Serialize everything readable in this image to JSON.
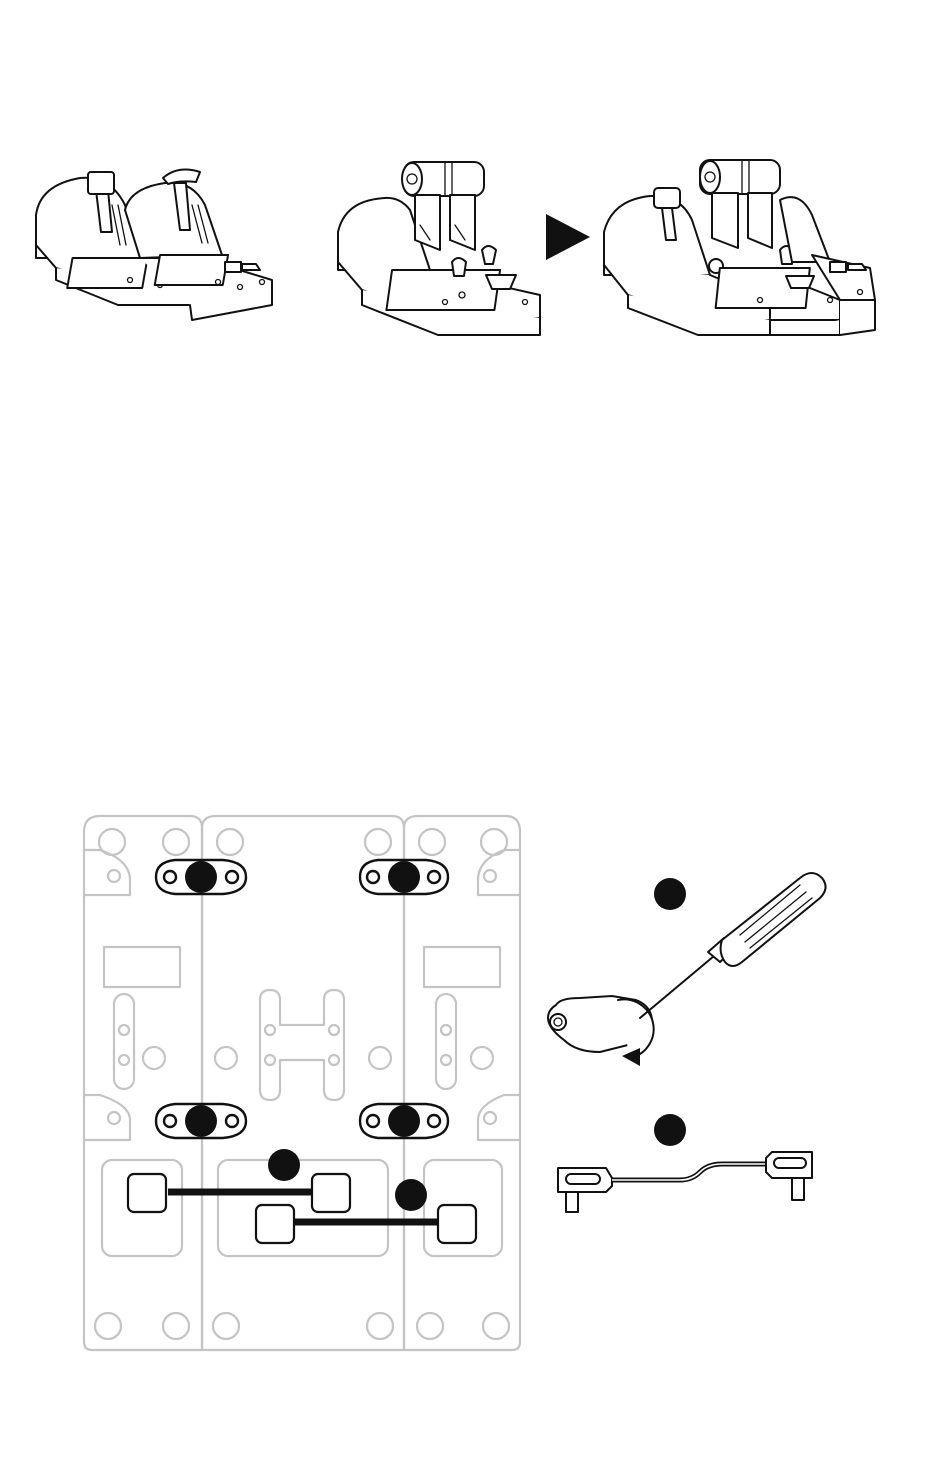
{
  "figure": {
    "top_row": {
      "modules": [
        "side-module-left",
        "side-module-right",
        "throttle-quadrant",
        "assembled-quadrant"
      ],
      "arrow": "play-arrow-icon"
    },
    "bottom_left": {
      "plate_outline_color": "#c4c4c4",
      "bracket_count": 4,
      "connector_cable_count": 2,
      "callout_markers": 2
    },
    "bottom_right": {
      "steps": [
        {
          "marker": "black-dot",
          "icon": "screwdriver-icon",
          "part": "mounting-bracket"
        },
        {
          "marker": "black-dot",
          "icon": "cable-icon",
          "part": "connector-cable"
        }
      ]
    },
    "colors": {
      "line": "#111111",
      "ghost": "#c4c4c4",
      "background": "#ffffff"
    }
  }
}
